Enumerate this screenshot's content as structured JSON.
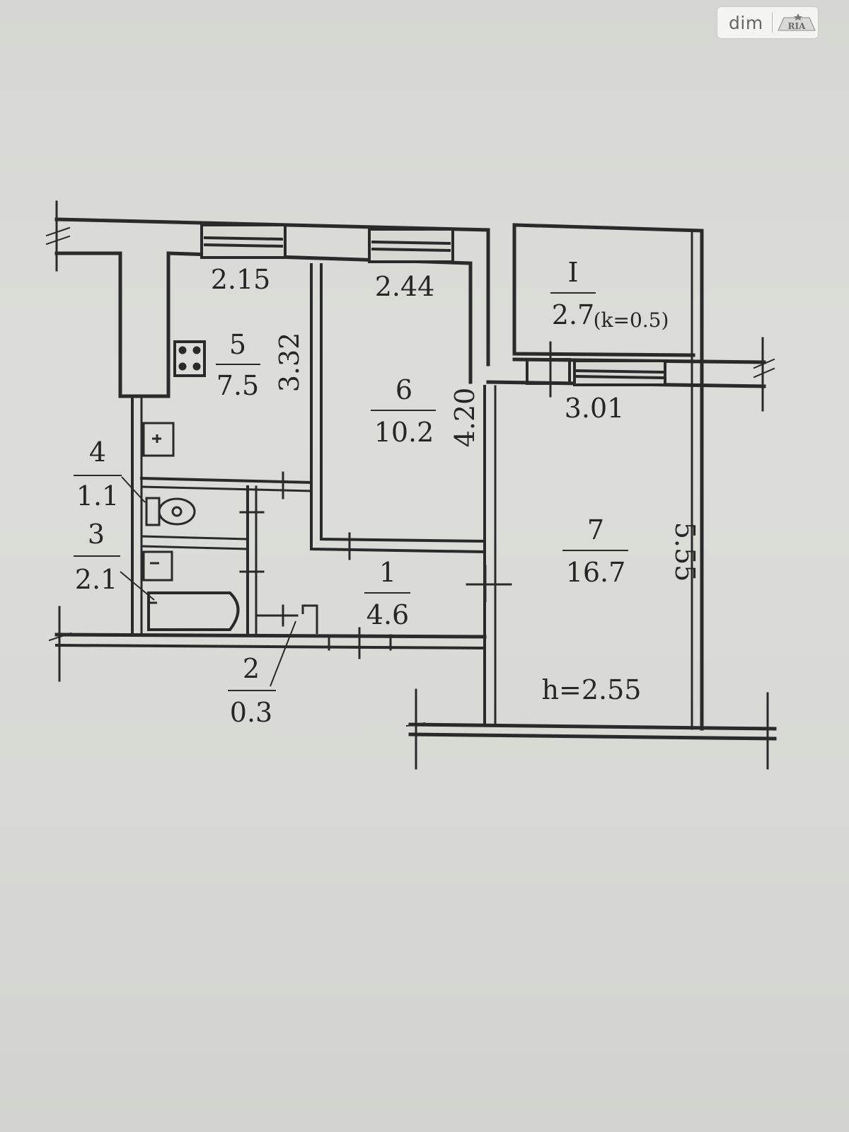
{
  "watermark": {
    "text": "dim",
    "logo": "RIA"
  },
  "plan": {
    "ceiling_height": "h=2.55",
    "rooms": [
      {
        "number": "1",
        "area": "4.6"
      },
      {
        "number": "2",
        "area": "0.3"
      },
      {
        "number": "3",
        "area": "2.1"
      },
      {
        "number": "4",
        "area": "1.1"
      },
      {
        "number": "5",
        "area": "7.5"
      },
      {
        "number": "6",
        "area": "10.2"
      },
      {
        "number": "7",
        "area": "16.7"
      }
    ],
    "balcony": {
      "number": "I",
      "area": "2.7",
      "coefficient": "(k=0.5)"
    },
    "dimensions": {
      "kitchen_width": "2.15",
      "kitchen_depth": "3.32",
      "room6_width": "2.44",
      "room6_depth": "4.20",
      "room7_width": "3.01",
      "room7_depth": "5.55"
    },
    "fixtures": [
      "stove-icon",
      "sink-icon",
      "toilet-icon",
      "washbasin-icon",
      "bathtub-icon"
    ]
  }
}
